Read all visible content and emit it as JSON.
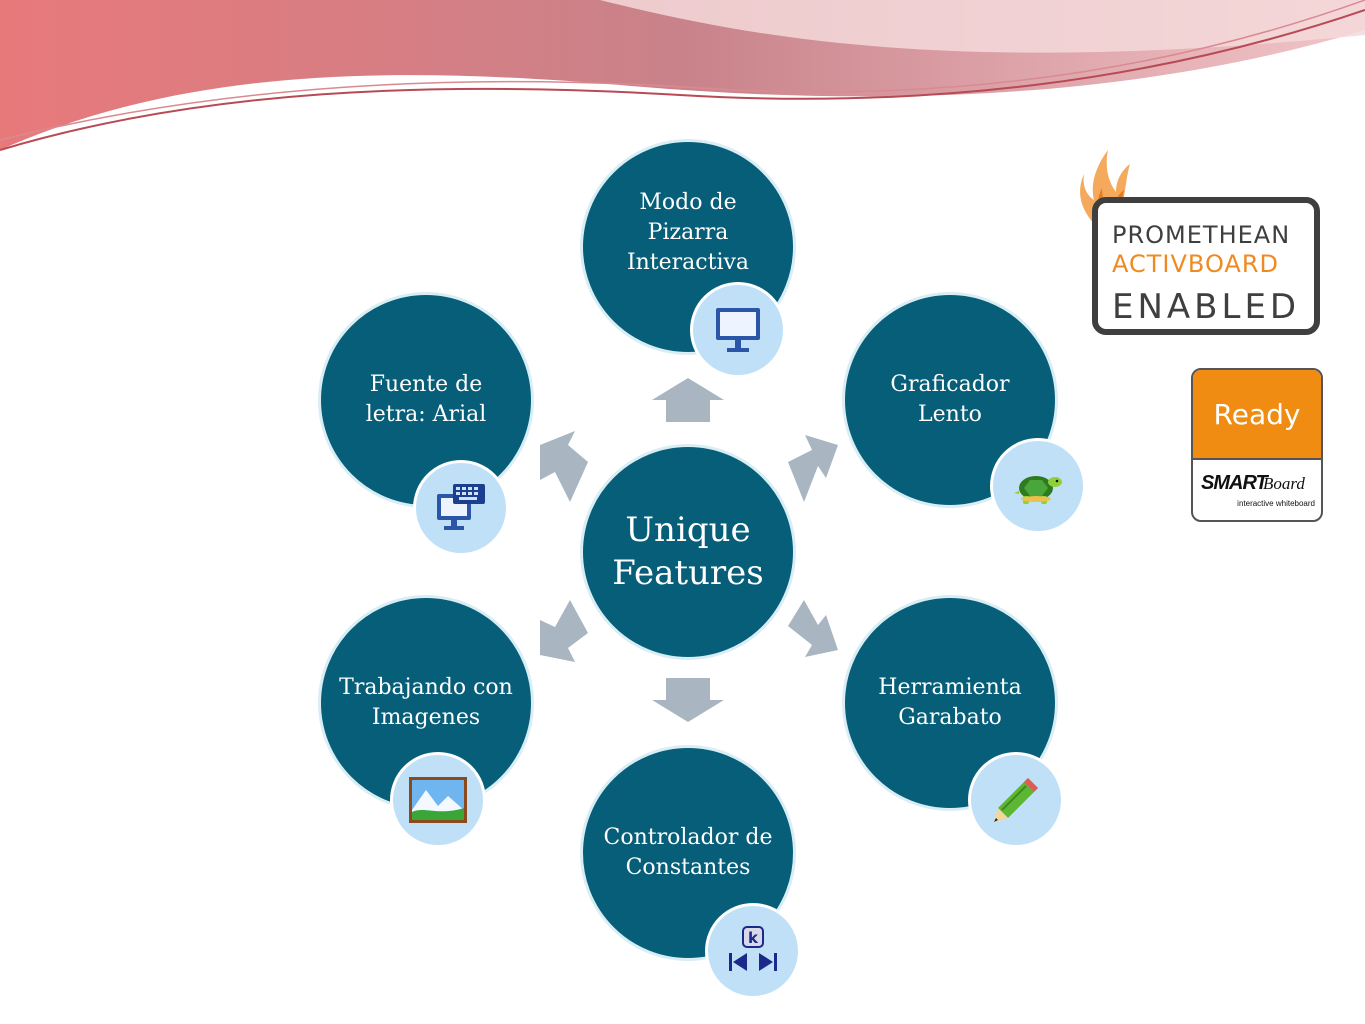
{
  "diagram": {
    "center": "Unique Features",
    "nodes": [
      {
        "label": "Modo de Pizarra Interactiva",
        "icon": "monitor-icon"
      },
      {
        "label": "Graficador Lento",
        "icon": "turtle-icon"
      },
      {
        "label": "Herramienta Garabato",
        "icon": "pencil-icon"
      },
      {
        "label": "Controlador de Constantes",
        "icon": "constant-controller-icon"
      },
      {
        "label": "Trabajando con Imagenes",
        "icon": "landscape-image-icon"
      },
      {
        "label": "Fuente de letra: Arial",
        "icon": "keyboard-monitor-icon"
      }
    ]
  },
  "logos": {
    "promethean": {
      "line1": "PROMETHEAN",
      "line2": "ACTIVBOARD",
      "line3": "ENABLED"
    },
    "smart": {
      "badge": "Ready",
      "brand": "SMART",
      "brand2": "Board",
      "sub": "interactive whiteboard"
    }
  },
  "colors": {
    "node": "#075e78",
    "arrow": "#a9b6c1",
    "badge": "#bfe0f7",
    "header": "#e06a6e",
    "accent": "#f08a20"
  }
}
